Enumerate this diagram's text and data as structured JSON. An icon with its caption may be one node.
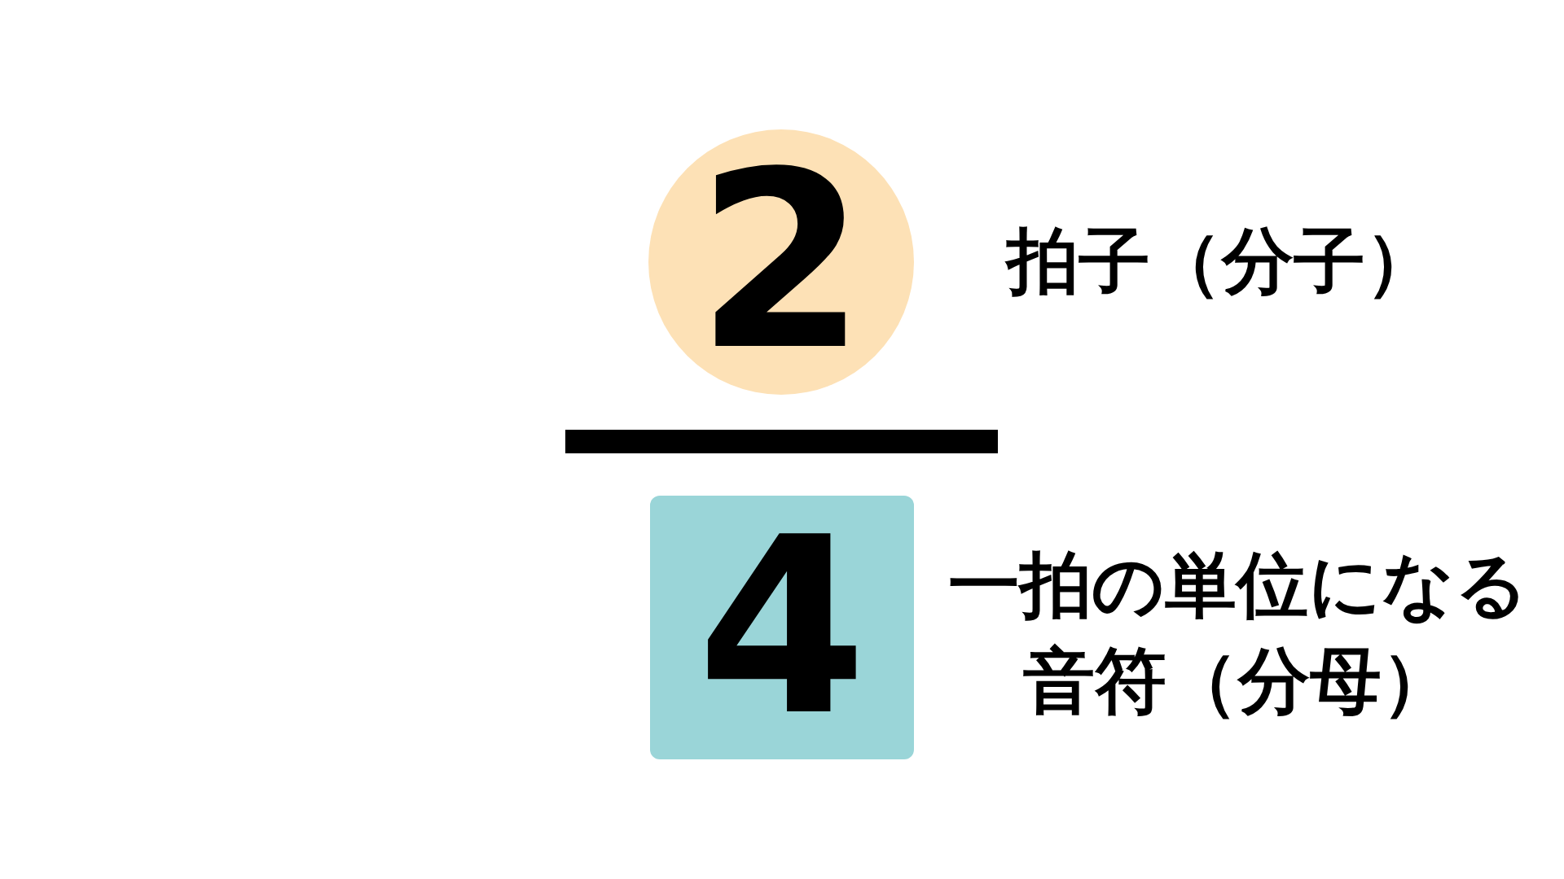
{
  "diagram": {
    "nodes": [
      {
        "text": [
          "2"
        ],
        "beside": [
          "拍子（分子）"
        ]
      },
      {
        "text": [],
        "shape": "bar"
      },
      {
        "text": [
          "4"
        ],
        "beside": [
          "一拍の単位になる音符（分母）"
        ]
      }
    ]
  }
}
